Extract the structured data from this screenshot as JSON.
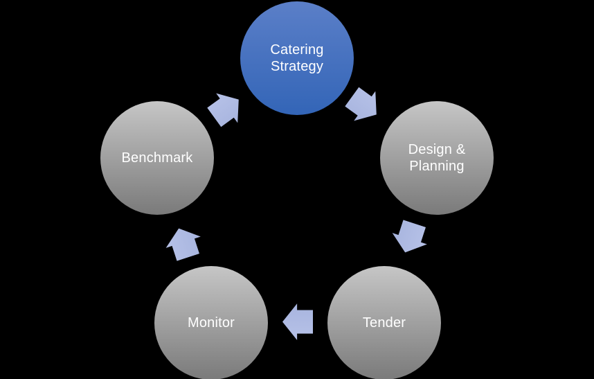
{
  "diagram": {
    "type": "cycle",
    "direction": "clockwise",
    "nodes": [
      {
        "label": "Catering Strategy",
        "position": "top",
        "accent": true
      },
      {
        "label": "Design & Planning",
        "position": "upper-right",
        "accent": false
      },
      {
        "label": "Tender",
        "position": "lower-right",
        "accent": false
      },
      {
        "label": "Monitor",
        "position": "lower-left",
        "accent": false
      },
      {
        "label": "Benchmark",
        "position": "upper-left",
        "accent": false
      }
    ],
    "arrows": [
      {
        "from": "Benchmark",
        "to": "Catering Strategy"
      },
      {
        "from": "Catering Strategy",
        "to": "Design & Planning"
      },
      {
        "from": "Design & Planning",
        "to": "Tender"
      },
      {
        "from": "Tender",
        "to": "Monitor"
      },
      {
        "from": "Monitor",
        "to": "Benchmark"
      }
    ]
  },
  "colors": {
    "background": "#000000",
    "accent_top": "#5b7fc8",
    "accent_bottom": "#3365b7",
    "node_top": "#c6c6c6",
    "node_bottom": "#7a7a7a",
    "arrow_top": "#b7c2e8",
    "arrow_bottom": "#a7b4de",
    "text": "#ffffff"
  }
}
